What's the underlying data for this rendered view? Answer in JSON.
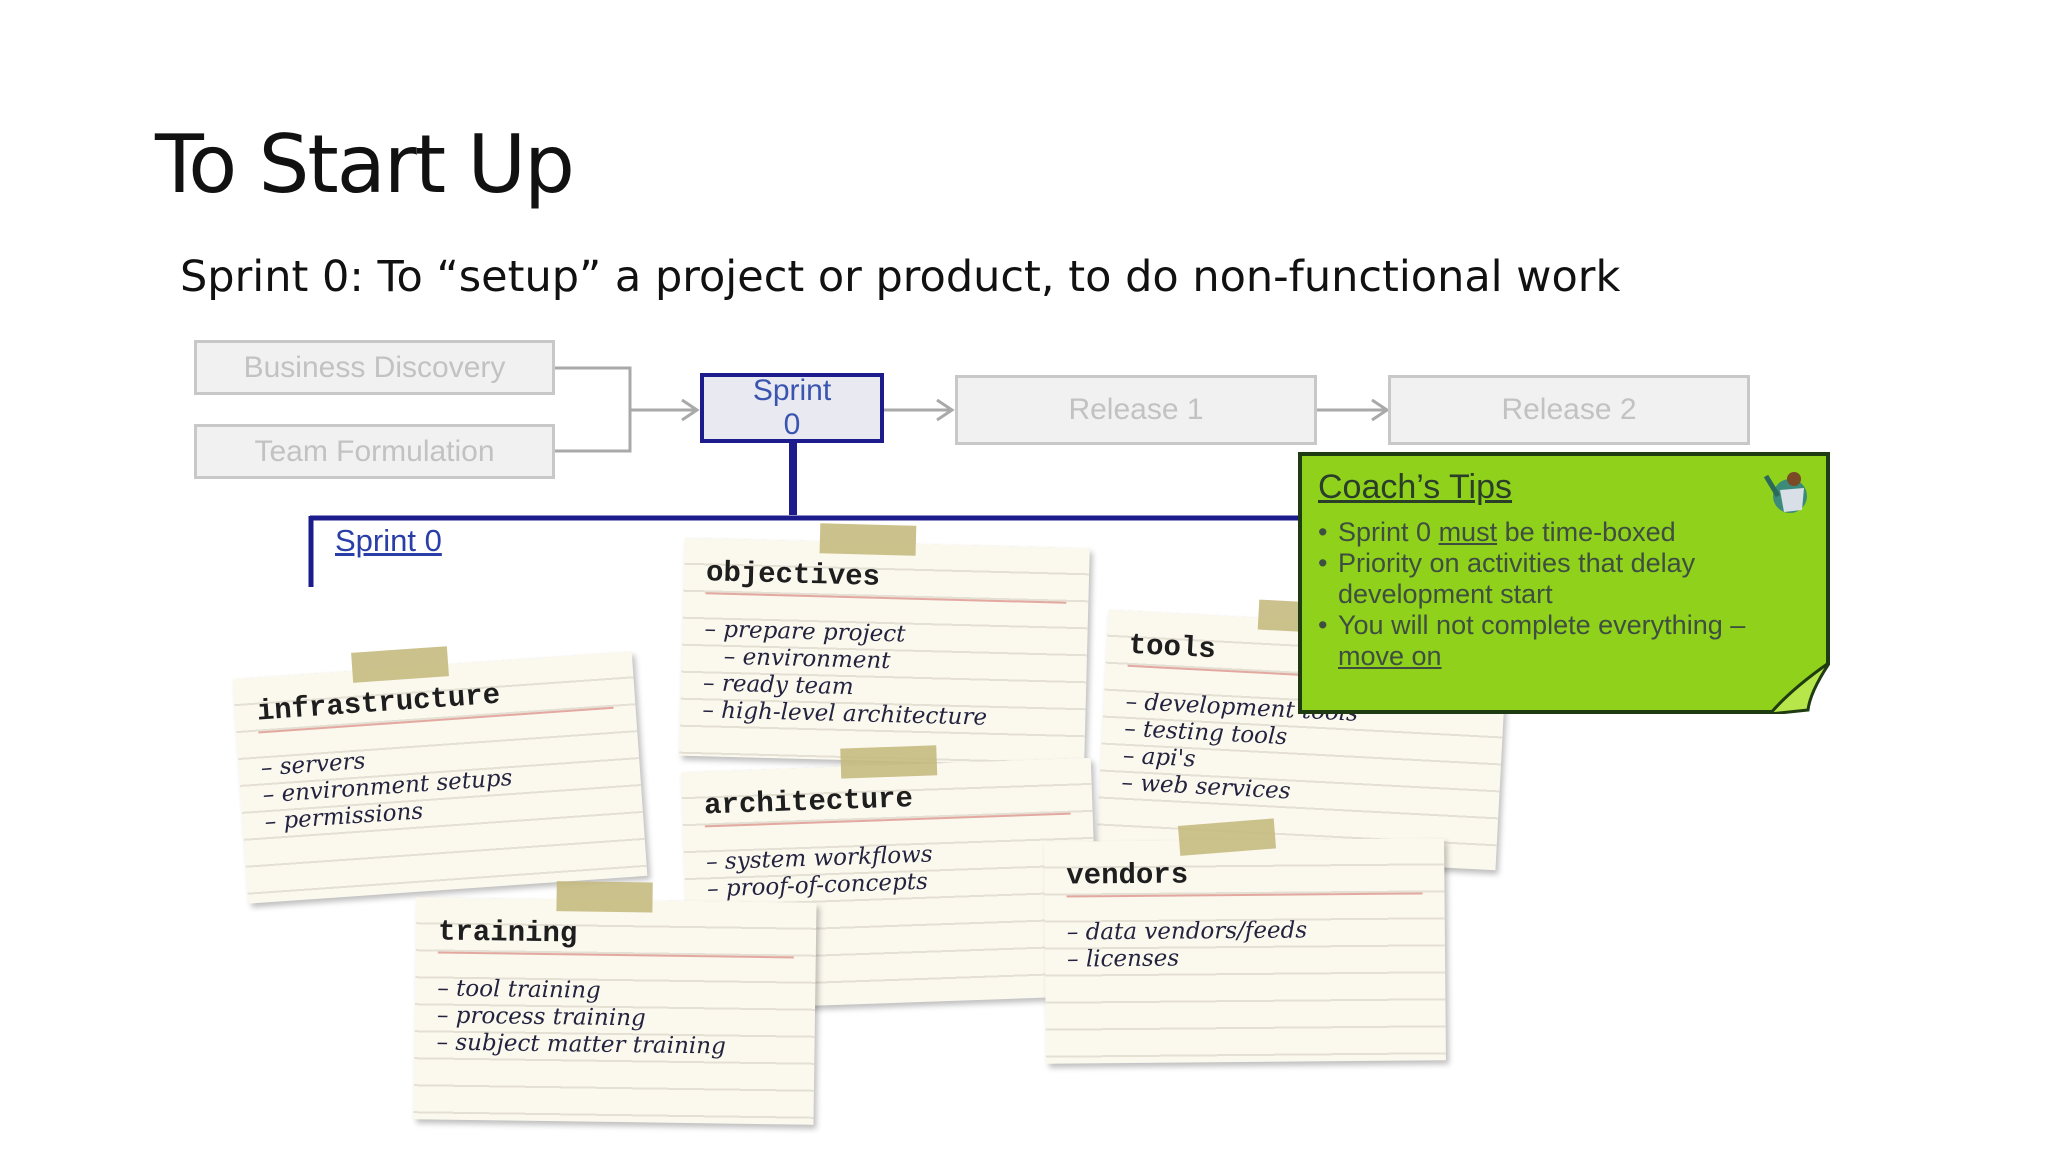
{
  "slide": {
    "title": "To Start Up",
    "subtitle": "Sprint 0: To “setup” a project or product, to do non-functional work"
  },
  "flow": {
    "business_discovery": "Business Discovery",
    "team_formulation": "Team Formulation",
    "sprint_line1": "Sprint",
    "sprint_line2": "0",
    "release1": "Release 1",
    "release2": "Release 2",
    "sprint0_label": "Sprint 0"
  },
  "notes": {
    "objectives": {
      "title": "objectives",
      "items": [
        "prepare project",
        "environment",
        "ready team",
        "high-level architecture"
      ]
    },
    "infrastructure": {
      "title": "infrastructure",
      "items": [
        "servers",
        "environment setups",
        "permissions"
      ]
    },
    "tools": {
      "title": "tools",
      "items": [
        "development tools",
        "testing tools",
        "api's",
        "web services"
      ]
    },
    "architecture": {
      "title": "architecture",
      "items": [
        "system workflows",
        "proof-of-concepts"
      ]
    },
    "training": {
      "title": "training",
      "items": [
        "tool training",
        "process training",
        "subject matter training"
      ]
    },
    "vendors": {
      "title": "vendors",
      "items": [
        "data vendors/feeds",
        "licenses"
      ]
    }
  },
  "coach_tips": {
    "title": "Coach’s Tips",
    "tip1_prefix": "Sprint 0 ",
    "tip1_emphasis": "must",
    "tip1_suffix": " be  time-boxed",
    "tip2": "Priority on activities that delay development start",
    "tip3_prefix": "You will not complete everything – ",
    "tip3_emphasis": "move on",
    "icon": "coach-person-icon"
  },
  "colors": {
    "sprint_blue": "#1c1c8c",
    "tips_green": "#8fd11b",
    "note_paper": "#fbf8ee",
    "tape": "#c4b87c"
  }
}
